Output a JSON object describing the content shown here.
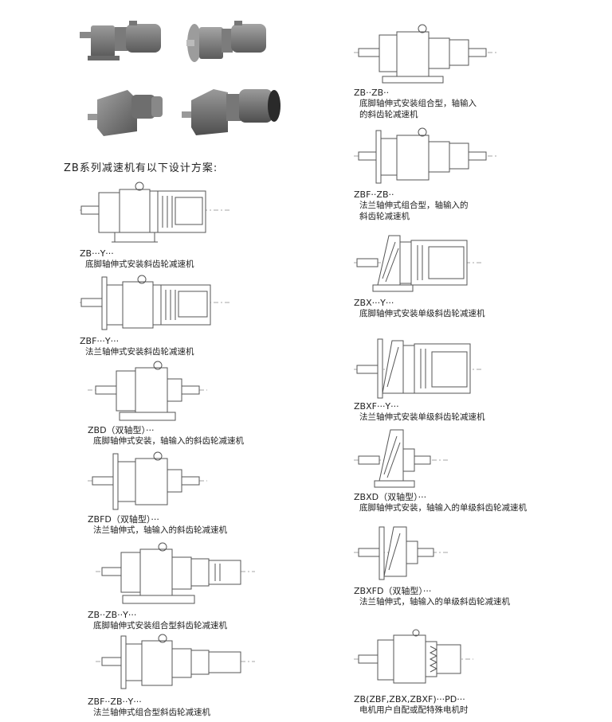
{
  "heading": "ZB系列减速机有以下设计方案:",
  "photos": [
    {
      "name": "product-photo-foot-mounted"
    },
    {
      "name": "product-photo-flange-mounted"
    },
    {
      "name": "product-photo-helical-compact"
    },
    {
      "name": "product-photo-helical-with-motor"
    }
  ],
  "left_items": [
    {
      "code": "ZB···Y···",
      "desc": [
        "底脚轴伸式安装斜齿轮减速机"
      ]
    },
    {
      "code": "ZBF···Y···",
      "desc": [
        "法兰轴伸式安装斜齿轮减速机"
      ]
    },
    {
      "code": "ZBD（双轴型）···",
      "desc": [
        "底脚轴伸式安装，轴输入的斜齿轮减速机"
      ]
    },
    {
      "code": "ZBFD（双轴型）···",
      "desc": [
        "法兰轴伸式，轴输入的斜齿轮减速机"
      ]
    },
    {
      "code": "ZB··ZB··Y···",
      "desc": [
        "底脚轴伸式安装组合型斜齿轮减速机"
      ]
    },
    {
      "code": "ZBF··ZB··Y···",
      "desc": [
        "法兰轴伸式组合型斜齿轮减速机"
      ]
    }
  ],
  "right_items": [
    {
      "code": "ZB··ZB··",
      "desc": [
        "底脚轴伸式安装组合型，轴输入",
        "的斜齿轮减速机"
      ]
    },
    {
      "code": "ZBF··ZB··",
      "desc": [
        "法兰轴伸式组合型，轴输入的",
        "斜齿轮减速机"
      ]
    },
    {
      "code": "ZBX···Y···",
      "desc": [
        "底脚轴伸式安装单级斜齿轮减速机"
      ]
    },
    {
      "code": "ZBXF···Y···",
      "desc": [
        "法兰轴伸式安装单级斜齿轮减速机"
      ]
    },
    {
      "code": "ZBXD（双轴型）···",
      "desc": [
        "底脚轴伸式安装，轴输入的单级斜齿轮减速机"
      ]
    },
    {
      "code": "ZBXFD（双轴型）···",
      "desc": [
        "法兰轴伸式，轴输入的单级斜齿轮减速机"
      ]
    },
    {
      "code": "ZB(ZBF,ZBX,ZBXF)···PD···",
      "desc": [
        "电机用户自配或配特殊电机时"
      ]
    }
  ]
}
